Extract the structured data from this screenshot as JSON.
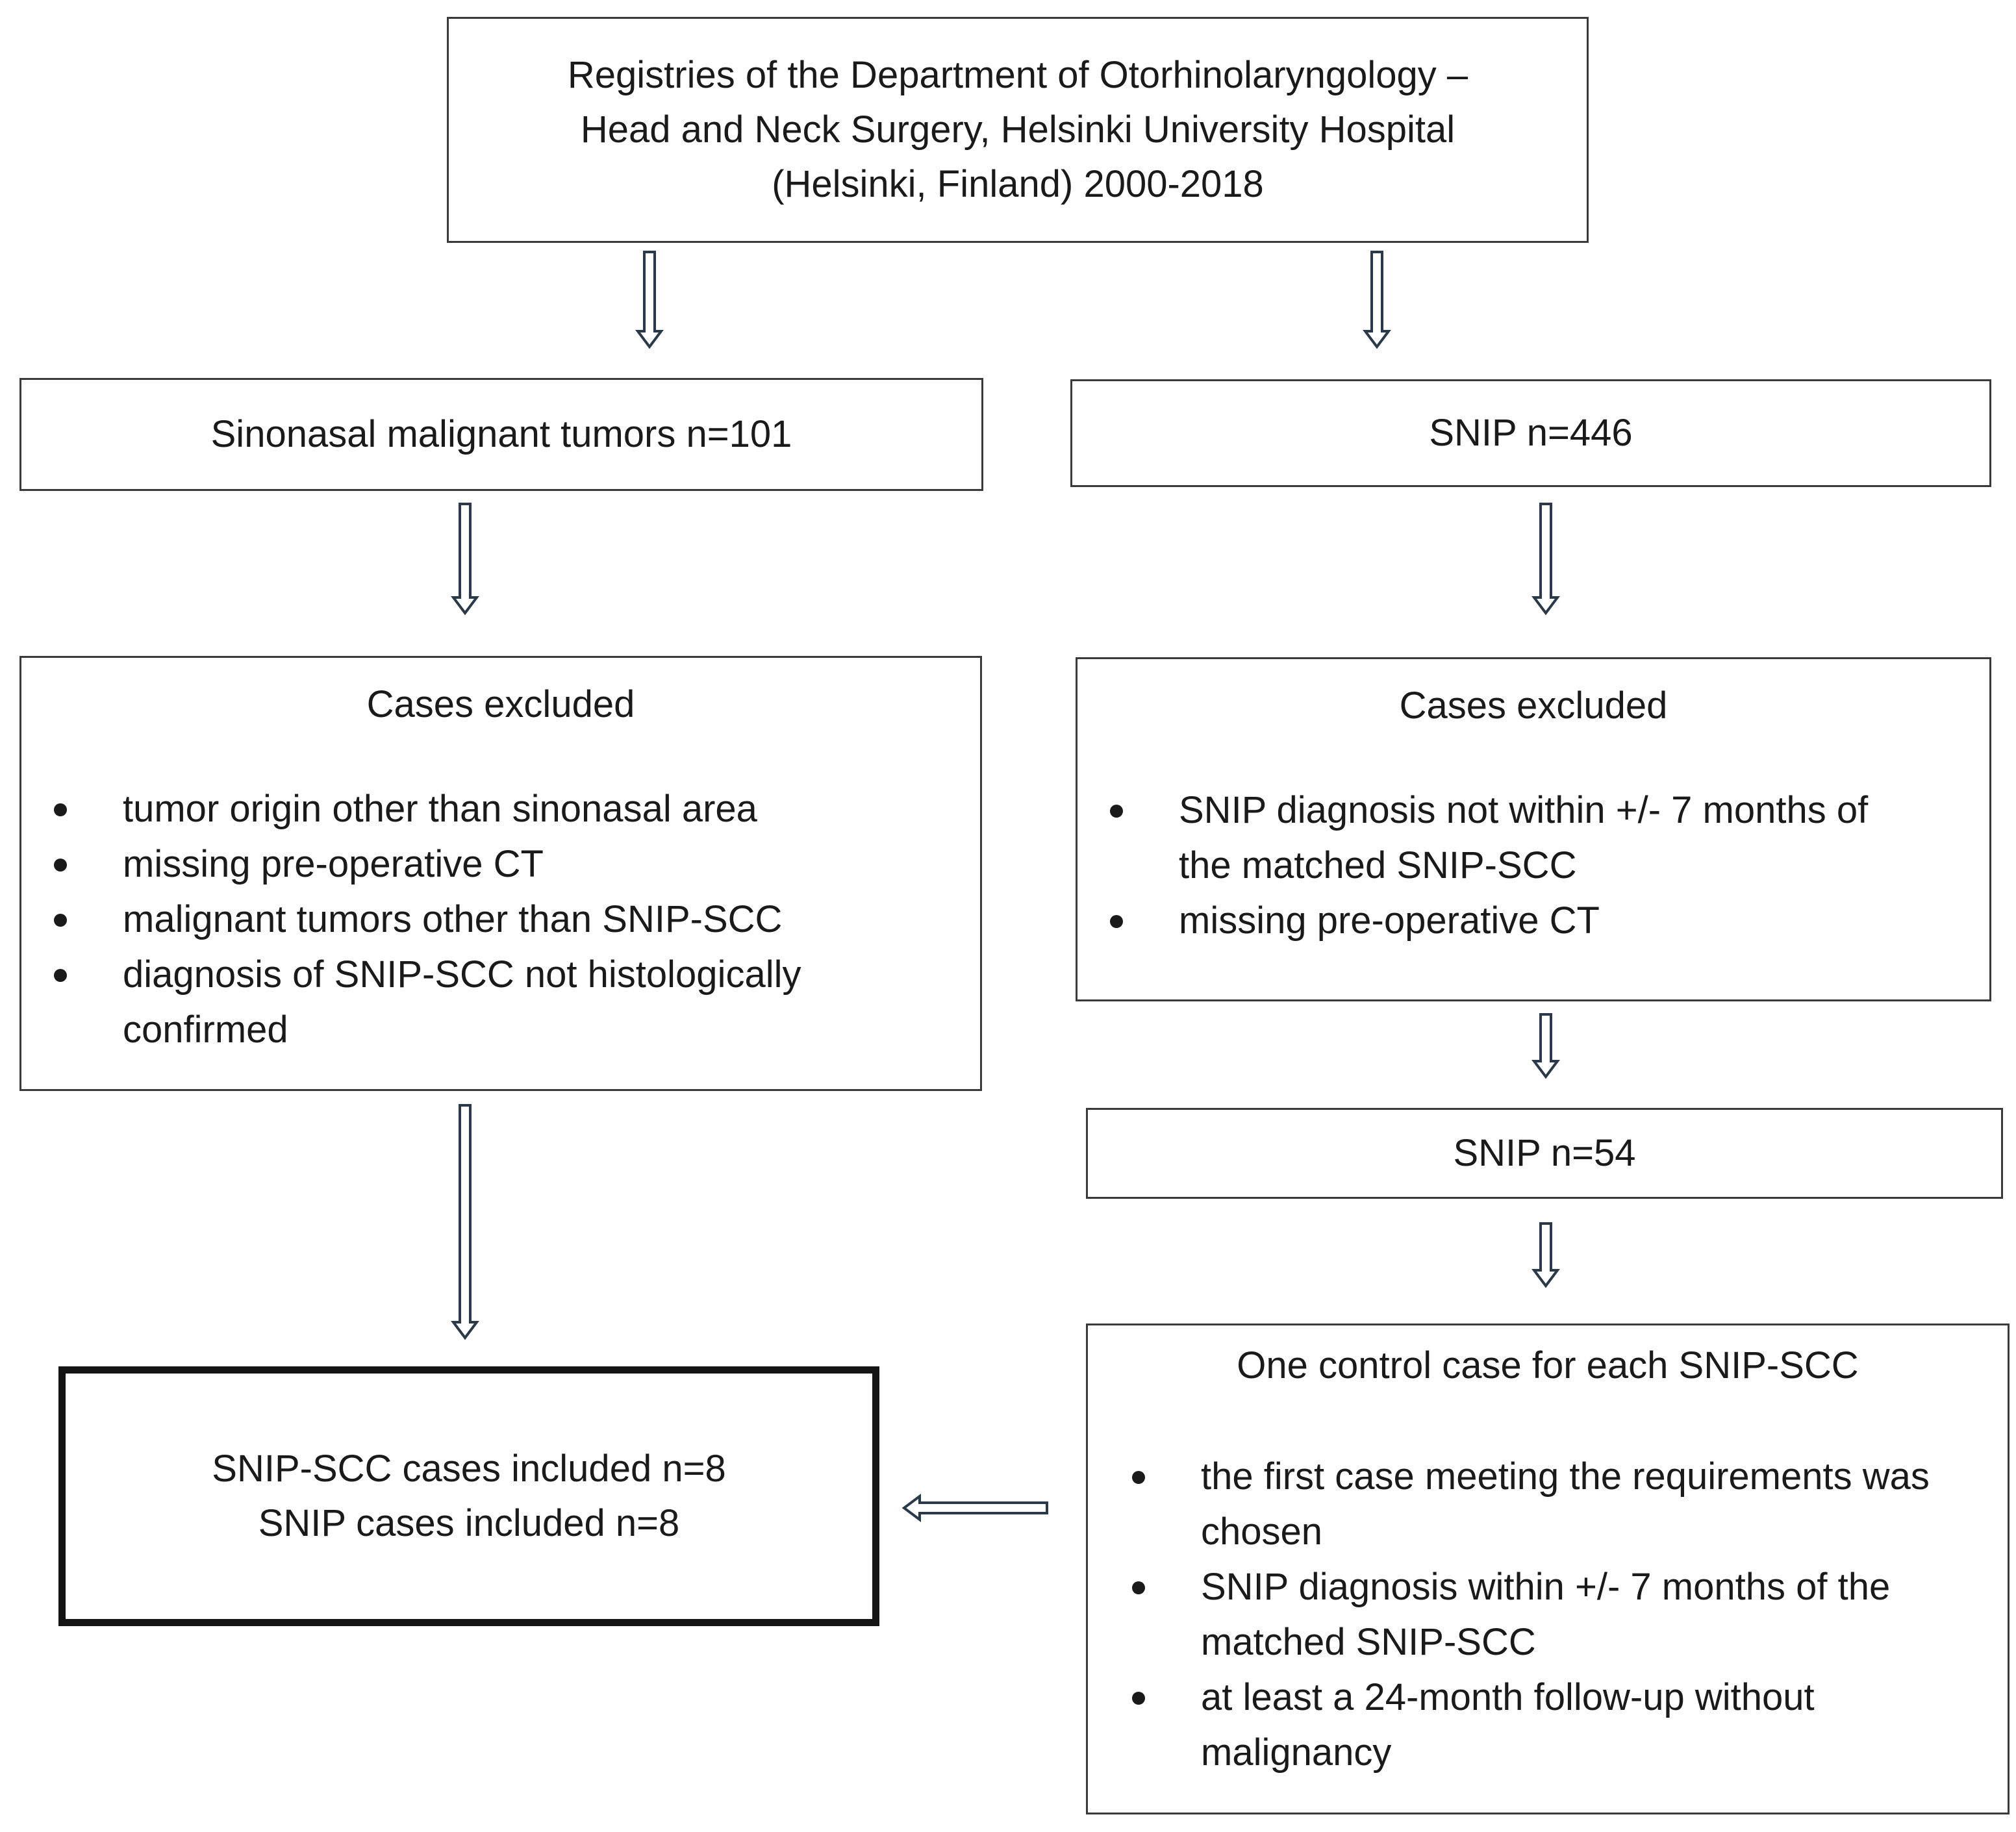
{
  "source_box": {
    "lines": [
      "Registries of the Department of Otorhinolaryngology –",
      "Head and Neck Surgery, Helsinki University Hospital",
      "(Helsinki, Finland) 2000-2018"
    ]
  },
  "left_branch": {
    "cohort": "Sinonasal malignant tumors n=101",
    "excluded": {
      "heading": "Cases excluded",
      "items": [
        "tumor origin other than sinonasal area",
        "missing pre-operative CT",
        "malignant tumors other than SNIP-SCC",
        "diagnosis of SNIP-SCC not histologically confirmed"
      ]
    }
  },
  "right_branch": {
    "cohort": "SNIP n=446",
    "excluded": {
      "heading": "Cases excluded",
      "items": [
        "SNIP diagnosis not within +/- 7 months of the matched SNIP-SCC",
        "missing pre-operative CT"
      ]
    },
    "remaining": "SNIP n=54",
    "control": {
      "heading": "One control case for each SNIP-SCC",
      "items": [
        "the first case meeting the requirements was chosen",
        "SNIP diagnosis within +/- 7 months of the matched SNIP-SCC",
        "at least a 24-month follow-up without malignancy"
      ]
    }
  },
  "final_box": {
    "lines": [
      "SNIP-SCC cases included n=8",
      "SNIP cases included n=8"
    ]
  }
}
